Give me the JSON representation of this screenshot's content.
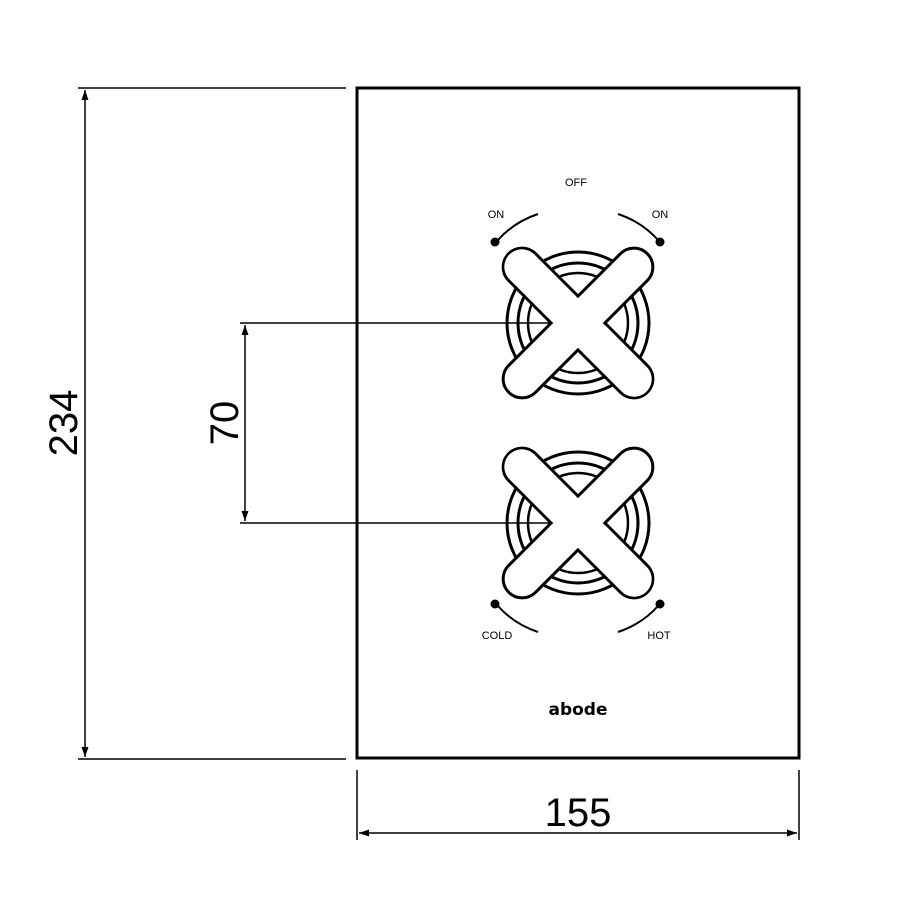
{
  "dimensions": {
    "height": "234",
    "width": "155",
    "handle_spacing": "70"
  },
  "labels": {
    "top_center": "OFF",
    "top_left": "ON",
    "top_right": "ON",
    "bottom_left": "COLD",
    "bottom_right": "HOT"
  },
  "brand": "abode",
  "colors": {
    "line": "#000000",
    "background": "#ffffff"
  }
}
